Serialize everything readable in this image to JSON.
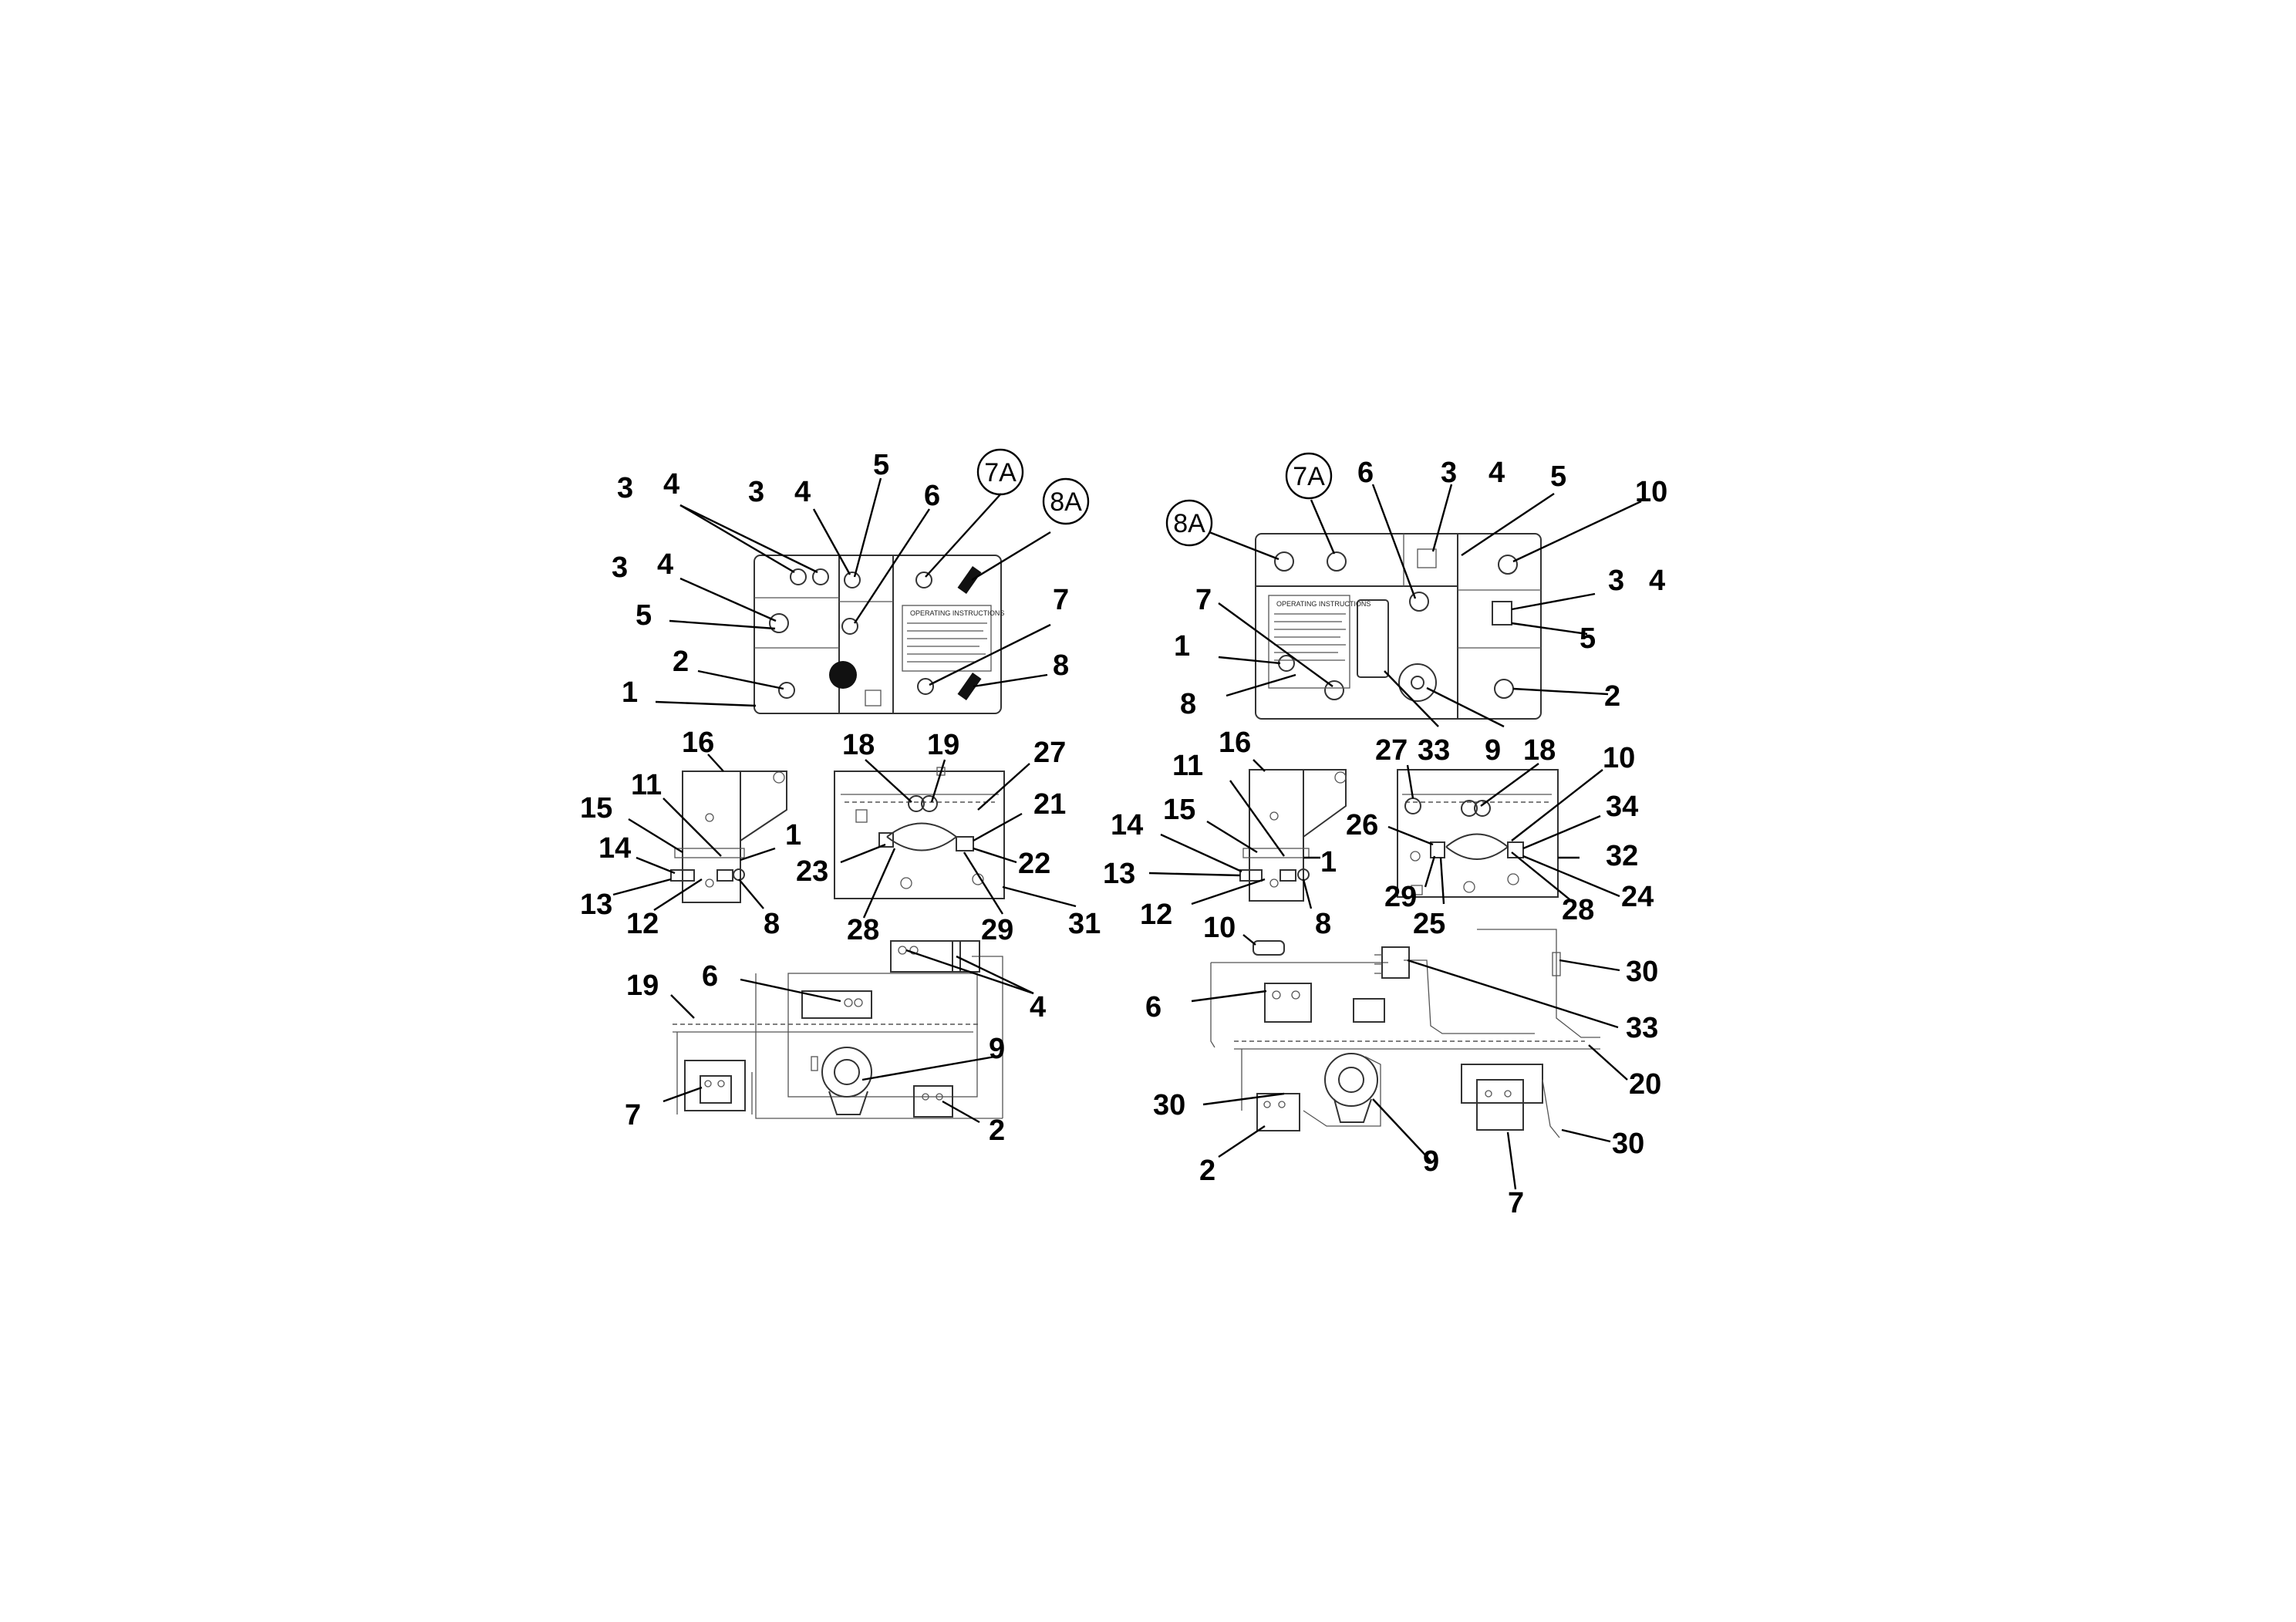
{
  "callouts": {
    "tl": [
      "3",
      "4",
      "3",
      "4",
      "5",
      "6",
      "7A",
      "8A",
      "3",
      "4",
      "5",
      "2",
      "1",
      "7",
      "8"
    ],
    "ml": [
      "16",
      "11",
      "15",
      "14",
      "13",
      "12",
      "1",
      "8"
    ],
    "mc": [
      "18",
      "19",
      "27",
      "21",
      "22",
      "23",
      "28",
      "29",
      "31"
    ],
    "bl": [
      "19",
      "6",
      "4",
      "9",
      "7",
      "2"
    ],
    "tr": [
      "8A",
      "7A",
      "6",
      "3",
      "4",
      "5",
      "10",
      "3",
      "4",
      "5",
      "7",
      "1",
      "8",
      "33",
      "9",
      "2"
    ],
    "mr": [
      "11",
      "16",
      "15",
      "14",
      "13",
      "12",
      "1",
      "8"
    ],
    "mr2": [
      "27",
      "18",
      "10",
      "26",
      "34",
      "32",
      "29",
      "25",
      "28",
      "24"
    ],
    "br": [
      "10",
      "30",
      "33",
      "6",
      "30",
      "20",
      "30",
      "2",
      "9",
      "7"
    ]
  },
  "panel_text": {
    "instructions_title_left": "OPERATING INSTRUCTIONS",
    "instructions_title_right": "OPERATING INSTRUCTIONS"
  }
}
